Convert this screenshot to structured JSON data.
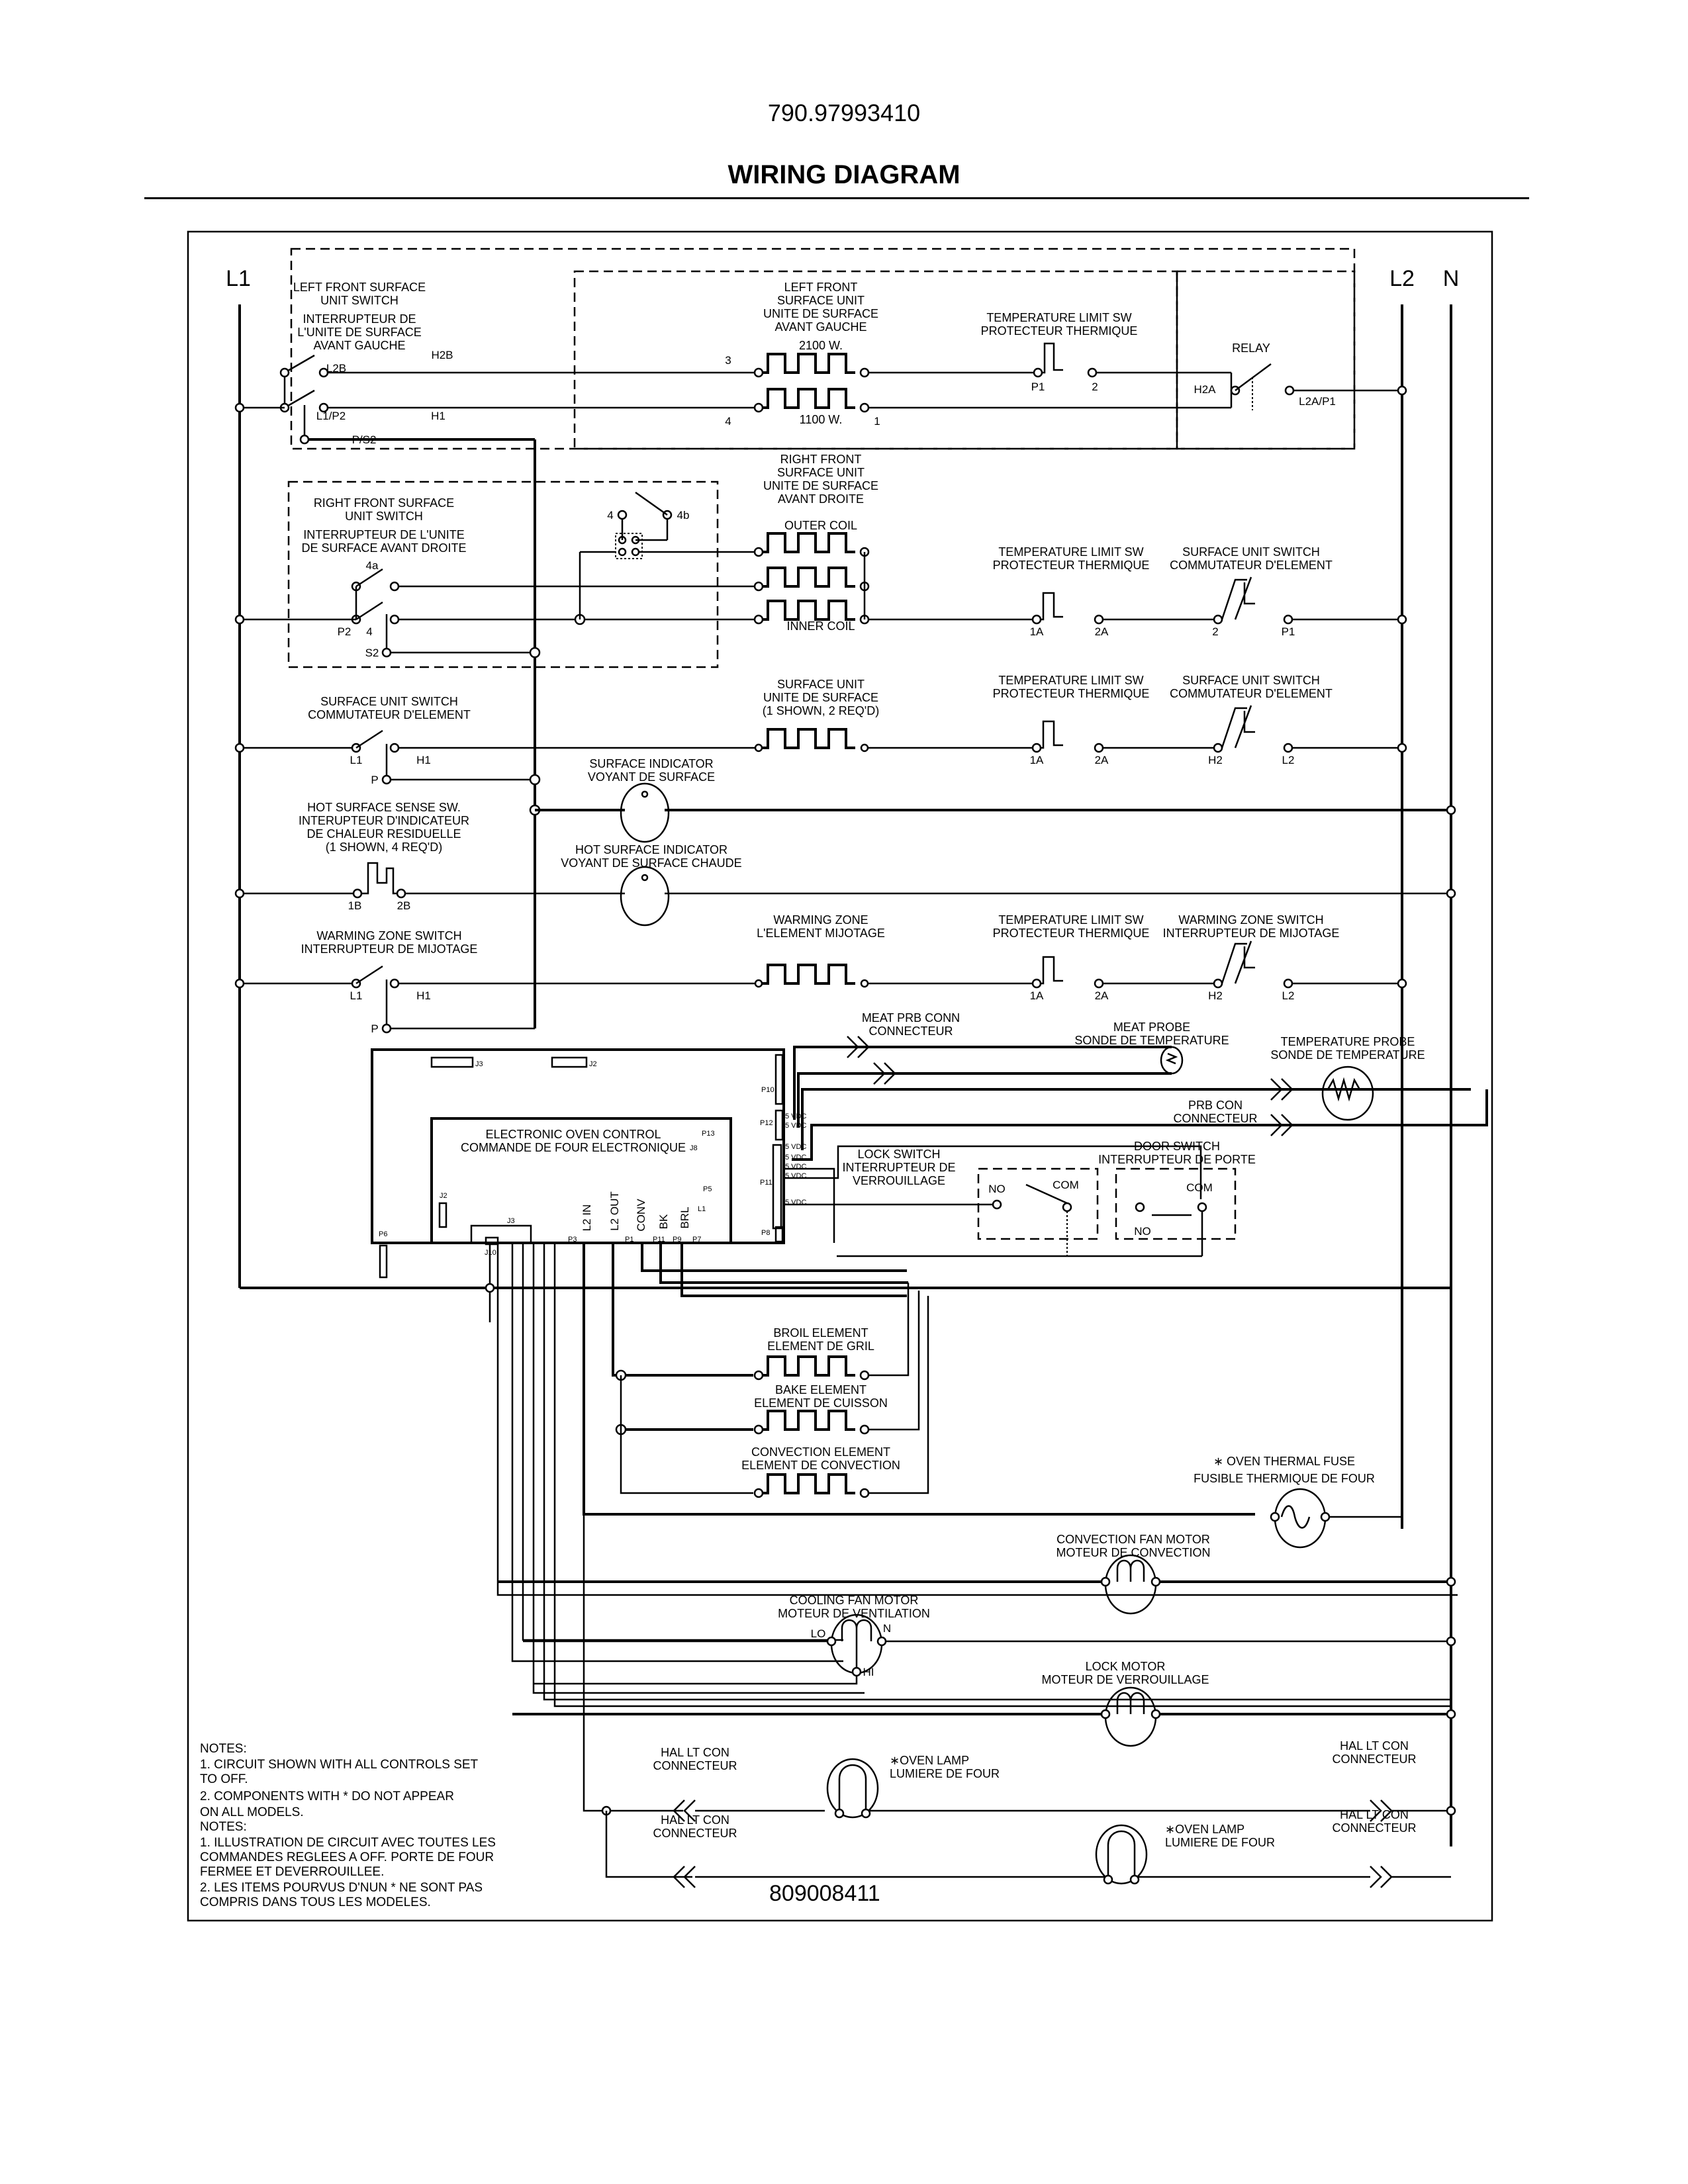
{
  "header": {
    "doc_number": "790.97993410",
    "title": "WIRING DIAGRAM"
  },
  "buses": {
    "l1": "L1",
    "l2": "L2",
    "n": "N"
  },
  "left_front": {
    "switch_label": [
      "LEFT FRONT SURFACE",
      "UNIT SWITCH",
      "INTERRUPTEUR DE",
      "L'UNITE DE SURFACE",
      "AVANT GAUCHE"
    ],
    "switch_terminals": {
      "l2b": "L2B",
      "h2b": "H2B",
      "l1p2": "L1/P2",
      "h1": "H1",
      "ps2": "P/S2"
    },
    "unit_label": [
      "LEFT FRONT",
      "SURFACE UNIT",
      "UNITE DE SURFACE",
      "AVANT GAUCHE"
    ],
    "coil_upper": "2100 W.",
    "coil_lower": "1100 W.",
    "unit_terminals": {
      "t3": "3",
      "t4": "4",
      "t1": "1"
    },
    "limit_label": [
      "TEMPERATURE LIMIT SW",
      "PROTECTEUR THERMIQUE"
    ],
    "limit_terminals": {
      "p1": "P1",
      "t2": "2"
    },
    "relay_label": "RELAY",
    "relay_terminals": {
      "h2a": "H2A",
      "l2ap1": "L2A/P1"
    }
  },
  "right_front": {
    "switch_label": [
      "RIGHT FRONT SURFACE",
      "UNIT SWITCH",
      "INTERRUPTEUR DE L'UNITE",
      "DE SURFACE AVANT DROITE"
    ],
    "switch_terminals": {
      "t4a": "4a",
      "p2": "P2",
      "t4": "4",
      "s2": "S2",
      "aux4": "4",
      "aux4b": "4b"
    },
    "unit_label": [
      "RIGHT FRONT",
      "SURFACE UNIT",
      "UNITE DE SURFACE",
      "AVANT DROITE"
    ],
    "outer_coil": "OUTER COIL",
    "inner_coil": "INNER COIL",
    "limit_label": [
      "TEMPERATURE LIMIT SW",
      "PROTECTEUR THERMIQUE"
    ],
    "limit_terminals": {
      "t1a": "1A",
      "t2a": "2A"
    },
    "unit_switch_label": [
      "SURFACE UNIT SWITCH",
      "COMMUTATEUR D'ELEMENT"
    ],
    "unit_switch_terminals": {
      "t2": "2",
      "p1": "P1"
    }
  },
  "surface_unit": {
    "switch_label": [
      "SURFACE UNIT SWITCH",
      "COMMUTATEUR D'ELEMENT"
    ],
    "switch_terminals": {
      "l1": "L1",
      "h1": "H1",
      "p": "P"
    },
    "unit_label": [
      "SURFACE UNIT",
      "UNITE DE SURFACE",
      "(1 SHOWN, 2 REQ'D)"
    ],
    "limit_label": [
      "TEMPERATURE LIMIT SW",
      "PROTECTEUR THERMIQUE"
    ],
    "limit_terminals": {
      "t1a": "1A",
      "t2a": "2A"
    },
    "unit_switch_label": [
      "SURFACE UNIT SWITCH",
      "COMMUTATEUR D'ELEMENT"
    ],
    "unit_switch_terminals": {
      "h2": "H2",
      "l2": "L2"
    }
  },
  "indicators": {
    "surface_indicator": [
      "SURFACE INDICATOR",
      "VOYANT DE SURFACE"
    ],
    "hot_sense_label": [
      "HOT SURFACE SENSE SW.",
      "INTERUPTEUR D'INDICATEUR",
      "DE CHALEUR RESIDUELLE",
      "(1 SHOWN, 4 REQ'D)"
    ],
    "hot_sense_terminals": {
      "t1b": "1B",
      "t2b": "2B"
    },
    "hot_surface_indicator": [
      "HOT SURFACE INDICATOR",
      "VOYANT DE SURFACE CHAUDE"
    ]
  },
  "warming_zone": {
    "switch_label": [
      "WARMING ZONE SWITCH",
      "INTERRUPTEUR DE MIJOTAGE"
    ],
    "switch_terminals": {
      "l1": "L1",
      "h1": "H1",
      "p": "P"
    },
    "element_label": [
      "WARMING ZONE",
      "L'ELEMENT MIJOTAGE"
    ],
    "limit_label": [
      "TEMPERATURE LIMIT SW",
      "PROTECTEUR THERMIQUE"
    ],
    "limit_terminals": {
      "t1a": "1A",
      "t2a": "2A"
    },
    "zone_switch_label": [
      "WARMING ZONE SWITCH",
      "INTERRUPTEUR DE MIJOTAGE"
    ],
    "zone_switch_terminals": {
      "h2": "H2",
      "l2": "L2"
    }
  },
  "control_board": {
    "label": [
      "ELECTRONIC OVEN CONTROL",
      "COMMANDE DE FOUR ELECTRONIQUE"
    ],
    "connectors": {
      "j3_top": "J3",
      "j2_top": "J2",
      "j2_side": "J2",
      "j10": "J10",
      "j3_bottom": "J3",
      "j8": "J8",
      "p6": "P6",
      "p10": "P10",
      "p12": "P12",
      "p11": "P11",
      "p8": "P8",
      "p13": "P13",
      "p5": "P5",
      "p3": "P3",
      "p1": "P1",
      "p11b": "P11",
      "p9": "P9",
      "p7": "P7"
    },
    "relay_outputs": {
      "l2in": "L2 IN",
      "l2out": "L2 OUT",
      "conv": "CONV",
      "bk": "BK",
      "brl": "BRL",
      "l1": "L1"
    },
    "vdc_label": "5 VDC"
  },
  "probes": {
    "meat_conn": [
      "MEAT PRB CONN",
      "CONNECTEUR"
    ],
    "meat_probe": [
      "MEAT PROBE",
      "SONDE DE TEMPERATURE"
    ],
    "temp_probe": [
      "TEMPERATURE PROBE",
      "SONDE DE TEMPERATURE"
    ],
    "prb_con": [
      "PRB CON",
      "CONNECTEUR"
    ]
  },
  "switches": {
    "lock_switch": [
      "LOCK SWITCH",
      "INTERRUPTEUR DE",
      "VERROUILLAGE"
    ],
    "door_switch": [
      "DOOR SWITCH",
      "INTERRUPTEUR DE PORTE"
    ],
    "no": "NO",
    "com": "COM"
  },
  "elements": {
    "broil": [
      "BROIL ELEMENT",
      "ELEMENT DE GRIL"
    ],
    "bake": [
      "BAKE ELEMENT",
      "ELEMENT DE CUISSON"
    ],
    "convection": [
      "CONVECTION ELEMENT",
      "ELEMENT DE CONVECTION"
    ]
  },
  "motors": {
    "thermal_fuse": [
      "∗ OVEN THERMAL FUSE",
      "FUSIBLE THERMIQUE DE FOUR"
    ],
    "conv_fan": [
      "CONVECTION FAN MOTOR",
      "MOTEUR DE CONVECTION"
    ],
    "cooling_fan": [
      "COOLING FAN MOTOR",
      "MOTEUR DE VENTILATION"
    ],
    "cooling_terminals": {
      "lo": "LO",
      "n": "N",
      "hi": "HI"
    },
    "lock_motor": [
      "LOCK MOTOR",
      "MOTEUR DE VERROUILLAGE"
    ]
  },
  "lamps": {
    "hal_conn": [
      "HAL LT CON",
      "CONNECTEUR"
    ],
    "oven_lamp": [
      "∗OVEN LAMP",
      "LUMIERE DE FOUR"
    ]
  },
  "notes": {
    "en_heading": "NOTES:",
    "en": [
      "1.  CIRCUIT SHOWN WITH ALL CONTROLS SET",
      "     TO OFF.",
      "2.  COMPONENTS WITH  *  DO NOT APPEAR",
      "     ON ALL MODELS."
    ],
    "fr_heading": "NOTES:",
    "fr": [
      "1.  ILLUSTRATION DE CIRCUIT AVEC TOUTES LES",
      "     COMMANDES REGLEES A OFF.   PORTE DE FOUR",
      "     FERMEE ET DEVERROUILLEE.",
      "2.  LES ITEMS POURVUS D'NUN * NE SONT    PAS",
      "     COMPRIS DANS TOUS LES MODELES."
    ]
  },
  "part_number": "809008411"
}
